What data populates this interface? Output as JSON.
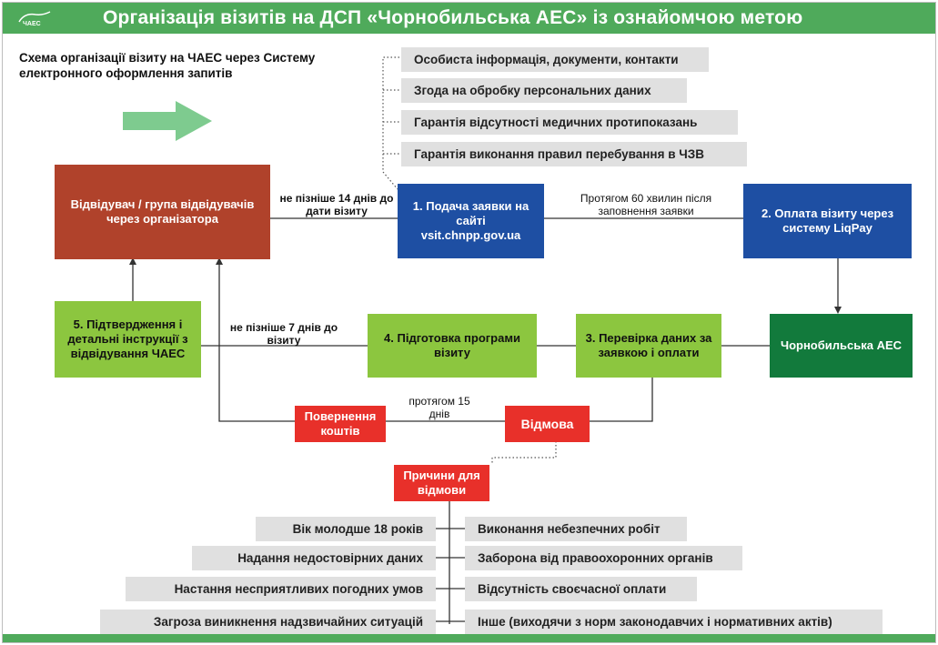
{
  "header": {
    "title": "Організація візитів на ДСП «Чорнобильська АЕС» із ознайомчою метою",
    "logo_text": "ЧАЕС"
  },
  "heading": "Схема організації візиту на ЧАЕС через Систему електронного оформлення запитів",
  "requirements": [
    "Особиста інформація, документи, контакти",
    "Згода на обробку персональних даних",
    "Гарантія відсутності медичних протипоказань",
    "Гарантія виконання правил перебування в ЧЗВ"
  ],
  "boxes": {
    "visitor": "Відвідувач / група відвідувачів через організатора",
    "step1": "1. Подача заявки на сайті vsit.chnpp.gov.ua",
    "step2": "2. Оплата візиту через систему LiqPay",
    "chnpp": "Чорнобильська АЕС",
    "step3": "3. Перевірка даних за заявкою і оплати",
    "step4": "4. Підготовка програми візиту",
    "step5": "5. Підтвердження і детальні інструкції з відвідування ЧАЕС",
    "refund": "Повернення коштів",
    "refusal": "Відмова",
    "reasons": "Причини для відмови"
  },
  "notes": {
    "n14": "не пізніше 14 днів до дати візиту",
    "n60": "Протягом 60 хвилин після заповнення заявки",
    "n7": "не пізніше 7 днів до візиту",
    "n15": "протягом 15 днів"
  },
  "reasons_left": [
    "Вік молодше 18 років",
    "Надання недостовірних даних",
    "Настання несприятливих погодних умов",
    "Загроза виникнення надзвичайних ситуацій"
  ],
  "reasons_right": [
    "Виконання небезпечних робіт",
    "Заборона від правоохоронних органів",
    "Відсутність своєчасної оплати",
    "Інше (виходячи з норм законодавчих і нормативних актів)"
  ],
  "colors": {
    "green_bar": "#4faa5b",
    "brown": "#b0422b",
    "blue": "#1e4fa3",
    "light_green": "#8cc63f",
    "dark_green": "#127a3c",
    "red": "#e8302a",
    "pill": "#e0e0e0"
  }
}
